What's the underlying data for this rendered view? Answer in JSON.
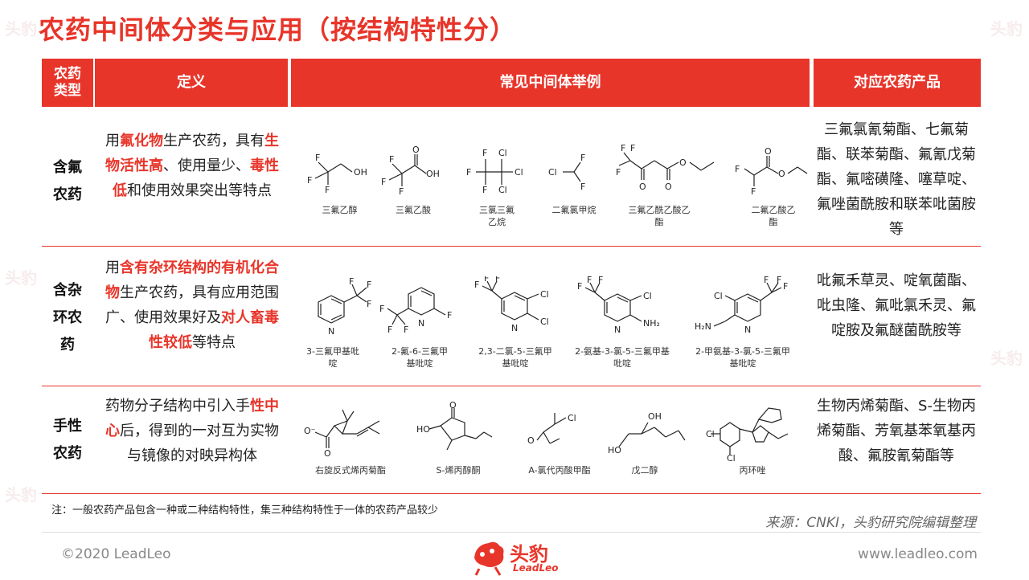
{
  "title": "农药中间体分类与应用（按结构特性分）",
  "headers": {
    "type": "农药\n类型",
    "definition": "定义",
    "examples": "常见中间体举例",
    "products": "对应农药产品"
  },
  "rows": [
    {
      "type": "含氟\n农药",
      "definition": [
        {
          "text": "用",
          "hl": false
        },
        {
          "text": "氟化物",
          "hl": true
        },
        {
          "text": "生产农药，具有",
          "hl": false
        },
        {
          "text": "生物活性高",
          "hl": true
        },
        {
          "text": "、使用量少、",
          "hl": false
        },
        {
          "text": "毒性低",
          "hl": true
        },
        {
          "text": "和使用效果突出等特点",
          "hl": false
        }
      ],
      "products": "三氟氯氰菊酯、七氟菊酯、联苯菊酯、氟氰戊菊酯、氟嘧磺隆、噻草啶、氟唑菌酰胺和联苯吡菌胺等",
      "examples": [
        {
          "name": "三氟乙醇"
        },
        {
          "name": "三氟乙酸"
        },
        {
          "name": "三氯三氟乙烷"
        },
        {
          "name": "二氟氯甲烷"
        },
        {
          "name": "三氟乙酰乙酸乙酯"
        },
        {
          "name": "二氟乙酸乙酯"
        }
      ]
    },
    {
      "type": "含杂\n环农\n药",
      "definition": [
        {
          "text": "用",
          "hl": false
        },
        {
          "text": "含有杂环结构的有机化合物",
          "hl": true
        },
        {
          "text": "生产农药，具有应用范围广、使用效果好及",
          "hl": false
        },
        {
          "text": "对人畜毒性较低",
          "hl": true
        },
        {
          "text": "等特点",
          "hl": false
        }
      ],
      "products": "吡氟禾草灵、啶氧菌酯、吡虫隆、氟吡氯禾灵、氟啶胺及氟醚菌酰胺等",
      "examples": [
        {
          "name": "3-三氟甲基吡啶"
        },
        {
          "name": "2-氟-6-三氟甲基吡啶"
        },
        {
          "name": "2,3-二氯-5-三氟甲基吡啶"
        },
        {
          "name": "2-氨基-3-氯-5-三氟甲基吡啶"
        },
        {
          "name": "2-甲氨基-3-氯-5-三氟甲基吡啶"
        }
      ]
    },
    {
      "type": "手性\n农药",
      "definition": [
        {
          "text": "药物分子结构中引入手",
          "hl": false
        },
        {
          "text": "性中心",
          "hl": true
        },
        {
          "text": "后，得到的一对互为实物与镜像的对映异构体",
          "hl": false
        }
      ],
      "products": "生物丙烯菊酯、S-生物丙烯菊酯、芳氧基苯氧基丙酸、氟胺氰菊酯等",
      "examples": [
        {
          "name": "右旋反式烯丙菊酯"
        },
        {
          "name": "S-烯丙醇酮"
        },
        {
          "name": "A-氯代丙酸甲酯"
        },
        {
          "name": "戊二醇"
        },
        {
          "name": "丙环唑"
        }
      ]
    }
  ],
  "note": "注：一般农药产品包含一种或二种结构特性，集三种结构特性于一体的农药产品较少",
  "source": "来源：CNKI，头豹研究院编辑整理",
  "footer": {
    "copyright": "©2020 LeadLeo",
    "website": "www.leadleo.com",
    "logo_cn": "头豹",
    "logo_en": "LeadLeo"
  },
  "watermark": "头豹",
  "colors": {
    "accent": "#e8352a"
  }
}
